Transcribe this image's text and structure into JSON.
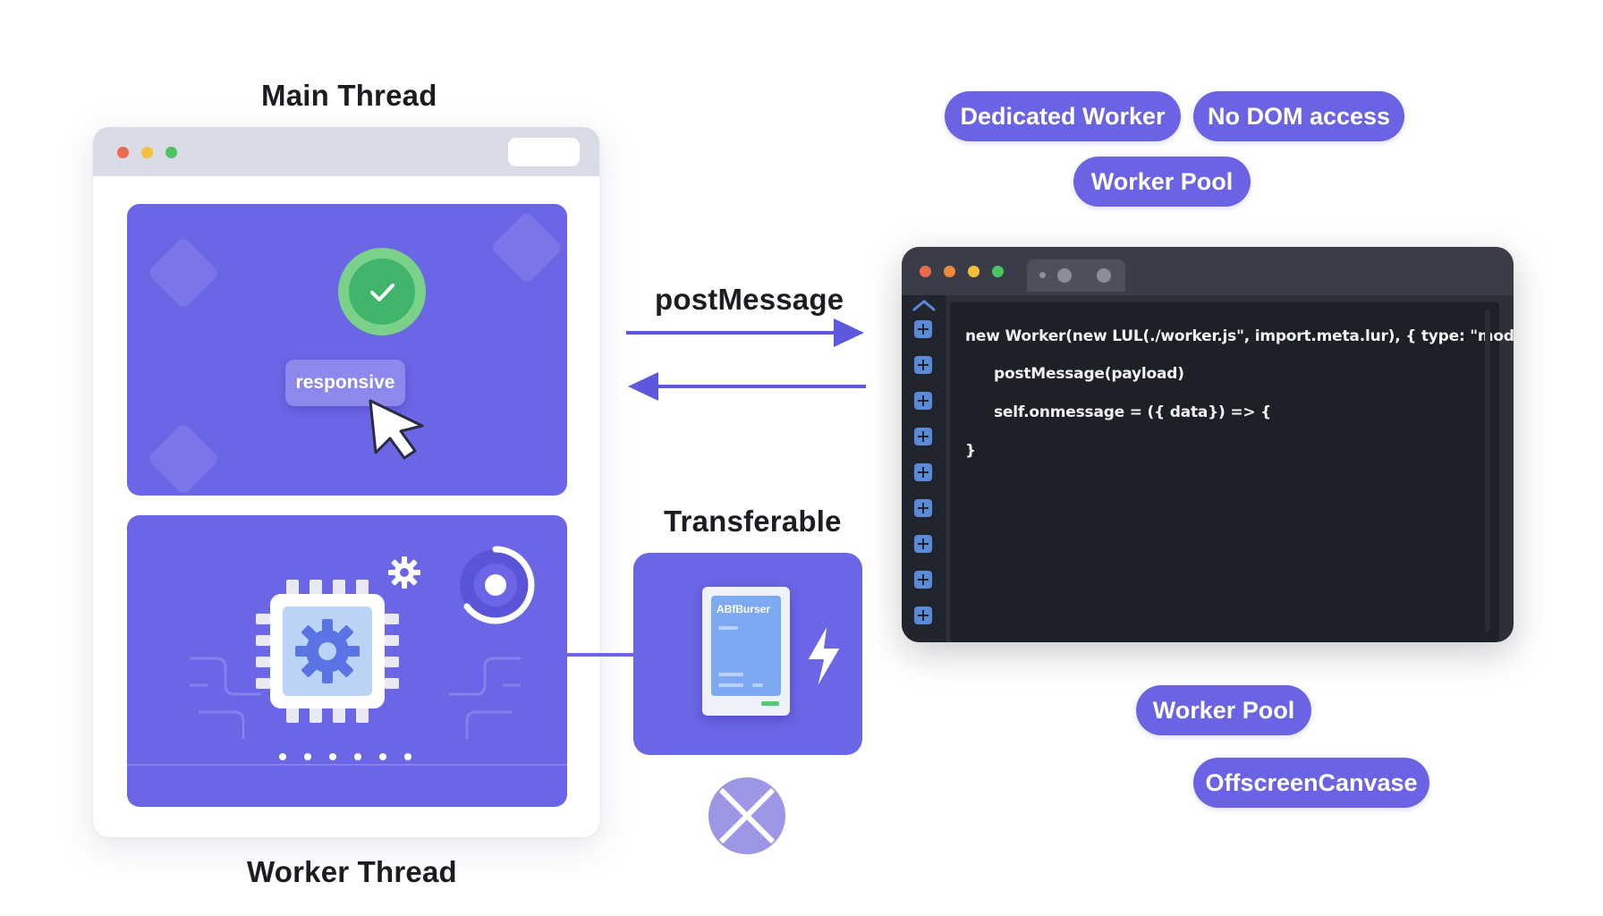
{
  "labels": {
    "main_thread": "Main Thread",
    "worker_thread": "Worker Thread",
    "post_message": "postMessage",
    "transferable": "Transferable"
  },
  "main_panel": {
    "button_label": "responsive"
  },
  "transfer_doc": {
    "label": "ABfBurser"
  },
  "pills": {
    "dedicated_worker": "Dedicated Worker",
    "no_dom_access": "No DOM access",
    "worker_pool_top": "Worker Pool",
    "worker_pool_bottom": "Worker Pool",
    "offscreen_canvas": "OffscreenCanvase"
  },
  "code_lines": [
    "new Worker(new LUL(./worker.js\", import.meta.lur), { type: \"module\"))",
    "postMessage(payload)",
    "self.onmessage = ({ data}) => {",
    "}"
  ],
  "colors": {
    "accent": "#6a64e4",
    "panel": "#6b66e6",
    "terminal": "#2d3039",
    "success": "#3fb46a"
  }
}
